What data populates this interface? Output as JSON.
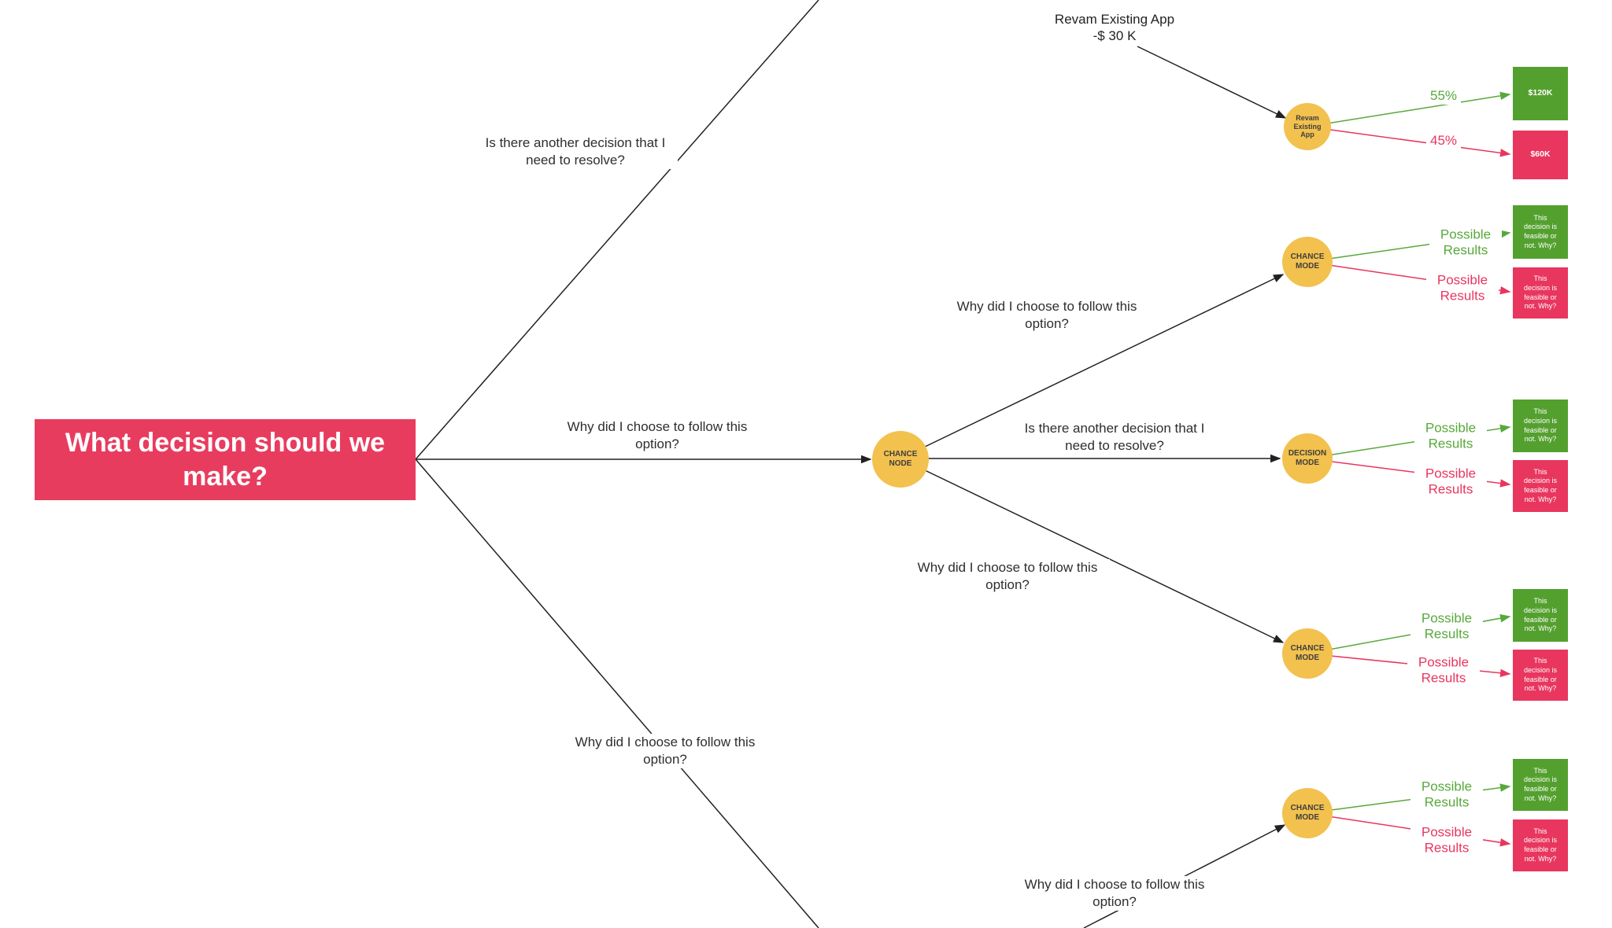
{
  "colors": {
    "pink": "#E83C5F",
    "green_box": "#54A02F",
    "green_line": "#58A83B",
    "yellow": "#F2C14E",
    "edge_line": "#212121"
  },
  "title": {
    "text": "What decision should we make?"
  },
  "header_note": {
    "line1": "Revam Existing App",
    "line2": "-$ 30 K"
  },
  "edge_labels": {
    "another_decision": "Is there another decision that I need to resolve?",
    "why_option": "Why did I choose to follow this option?"
  },
  "nodes": {
    "center": "CHANCE NODE",
    "revamp": "Revam Existing App",
    "chance_top": "CHANCE MODE",
    "decision": "DECISION MODE",
    "chance_mid": "CHANCE MODE",
    "chance_bottom": "CHANCE MODE"
  },
  "percents": {
    "win": "55%",
    "lose": "45%"
  },
  "outcome_label": "Possible Results",
  "boxes": {
    "payoff_win": "$120K",
    "payoff_lose": "$60K",
    "feasible": "This decision is feasible or not. Why?"
  }
}
